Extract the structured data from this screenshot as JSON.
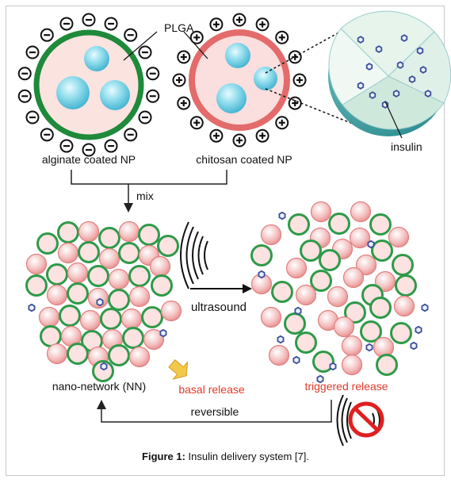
{
  "diagram": {
    "labels": {
      "plga": "PLGA",
      "alginate": "alginate coated NP",
      "chitosan": "chitosan coated NP",
      "insulin": "insulin",
      "mix": "mix",
      "ultrasound": "ultrasound",
      "nano_network": "nano-network (NN)",
      "basal_release": "basal release",
      "triggered_release": "triggered release",
      "reversible": "reversible"
    },
    "colors": {
      "alginate_ring": "#1e8a3a",
      "chitosan_ring": "#e06a6a",
      "np_fill": "#f9d6d6",
      "core": "#7fd3e6",
      "insulin": "#3a4f9a",
      "release_text": "#e03a2a",
      "network_green": "#2e9a48",
      "network_pink": "#e98a8a"
    },
    "icons": {
      "negative_charge": "minus-circle-icon",
      "positive_charge": "plus-circle-icon",
      "sound_waves": "sound-waves-icon",
      "no_ultrasound": "no-sound-icon",
      "basal_arrow": "arrow-icon"
    }
  },
  "caption": {
    "label": "Figure 1:",
    "text": " Insulin delivery system [7]."
  }
}
